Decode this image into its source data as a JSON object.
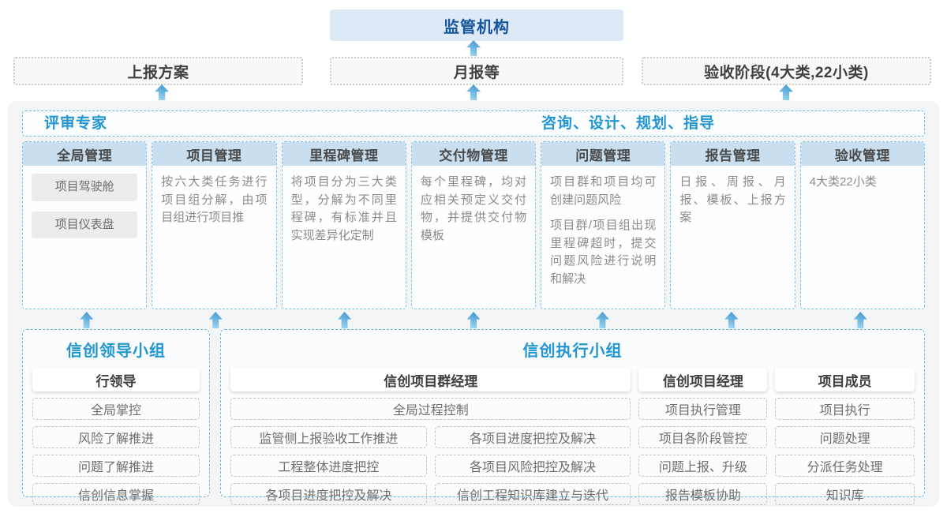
{
  "palette": {
    "accent_blue": "#2196d3",
    "dark_blue": "#17559e",
    "column_header_bg": "#c9dff0",
    "regulator_bg": "#dde9f5",
    "container_bg": "#f3f4f6",
    "arrow_blue": "#3e96d0"
  },
  "top": {
    "regulator": "监管机构",
    "boxes": [
      "上报方案",
      "月报等",
      "验收阶段(4大类,22小类)"
    ]
  },
  "band": {
    "left": "评审专家",
    "right": "咨询、设计、规划、指导"
  },
  "columns": [
    {
      "title": "全局管理",
      "pills": [
        "项目驾驶舱",
        "项目仪表盘"
      ]
    },
    {
      "title": "项目管理",
      "text": "按六大类任务进行项目组分解，由项目组进行项目推"
    },
    {
      "title": "里程碑管理",
      "text": "将项目分为三大类型，分解为不同里程碑，有标准并且实现差异化定制"
    },
    {
      "title": "交付物管理",
      "text": "每个里程碑，均对应相关预定义交付物，并提供交付物模板"
    },
    {
      "title": "问题管理",
      "text": "项目群和项目均可创建问题风险",
      "text2": "项目群/项目组出现里程碑超时，提交问题风险进行说明和解决"
    },
    {
      "title": "报告管理",
      "text": "日报、周报、月报、模板、上报方案"
    },
    {
      "title": "验收管理",
      "text": "4大类22小类"
    }
  ],
  "leadership": {
    "title": "信创领导小组",
    "role": "行领导",
    "items": [
      "全局掌控",
      "风险了解推进",
      "问题了解推进",
      "信创信息掌握"
    ]
  },
  "executing": {
    "title": "信创执行小组",
    "program_manager": {
      "role": "信创项目群经理",
      "full_item": "全局过程控制",
      "left_items": [
        "监管侧上报验收工作推进",
        "工程整体进度把控",
        "各项目进度把控及解决"
      ],
      "right_items": [
        "各项目进度把控及解决",
        "各项目风险把控及解决",
        "信创工程知识库建立与迭代"
      ]
    },
    "project_manager": {
      "role": "信创项目经理",
      "items": [
        "项目执行管理",
        "项目各阶段管控",
        "问题上报、升级",
        "报告模板协助"
      ]
    },
    "member": {
      "role": "项目成员",
      "items": [
        "项目执行",
        "问题处理",
        "分派任务处理",
        "知识库"
      ]
    }
  }
}
